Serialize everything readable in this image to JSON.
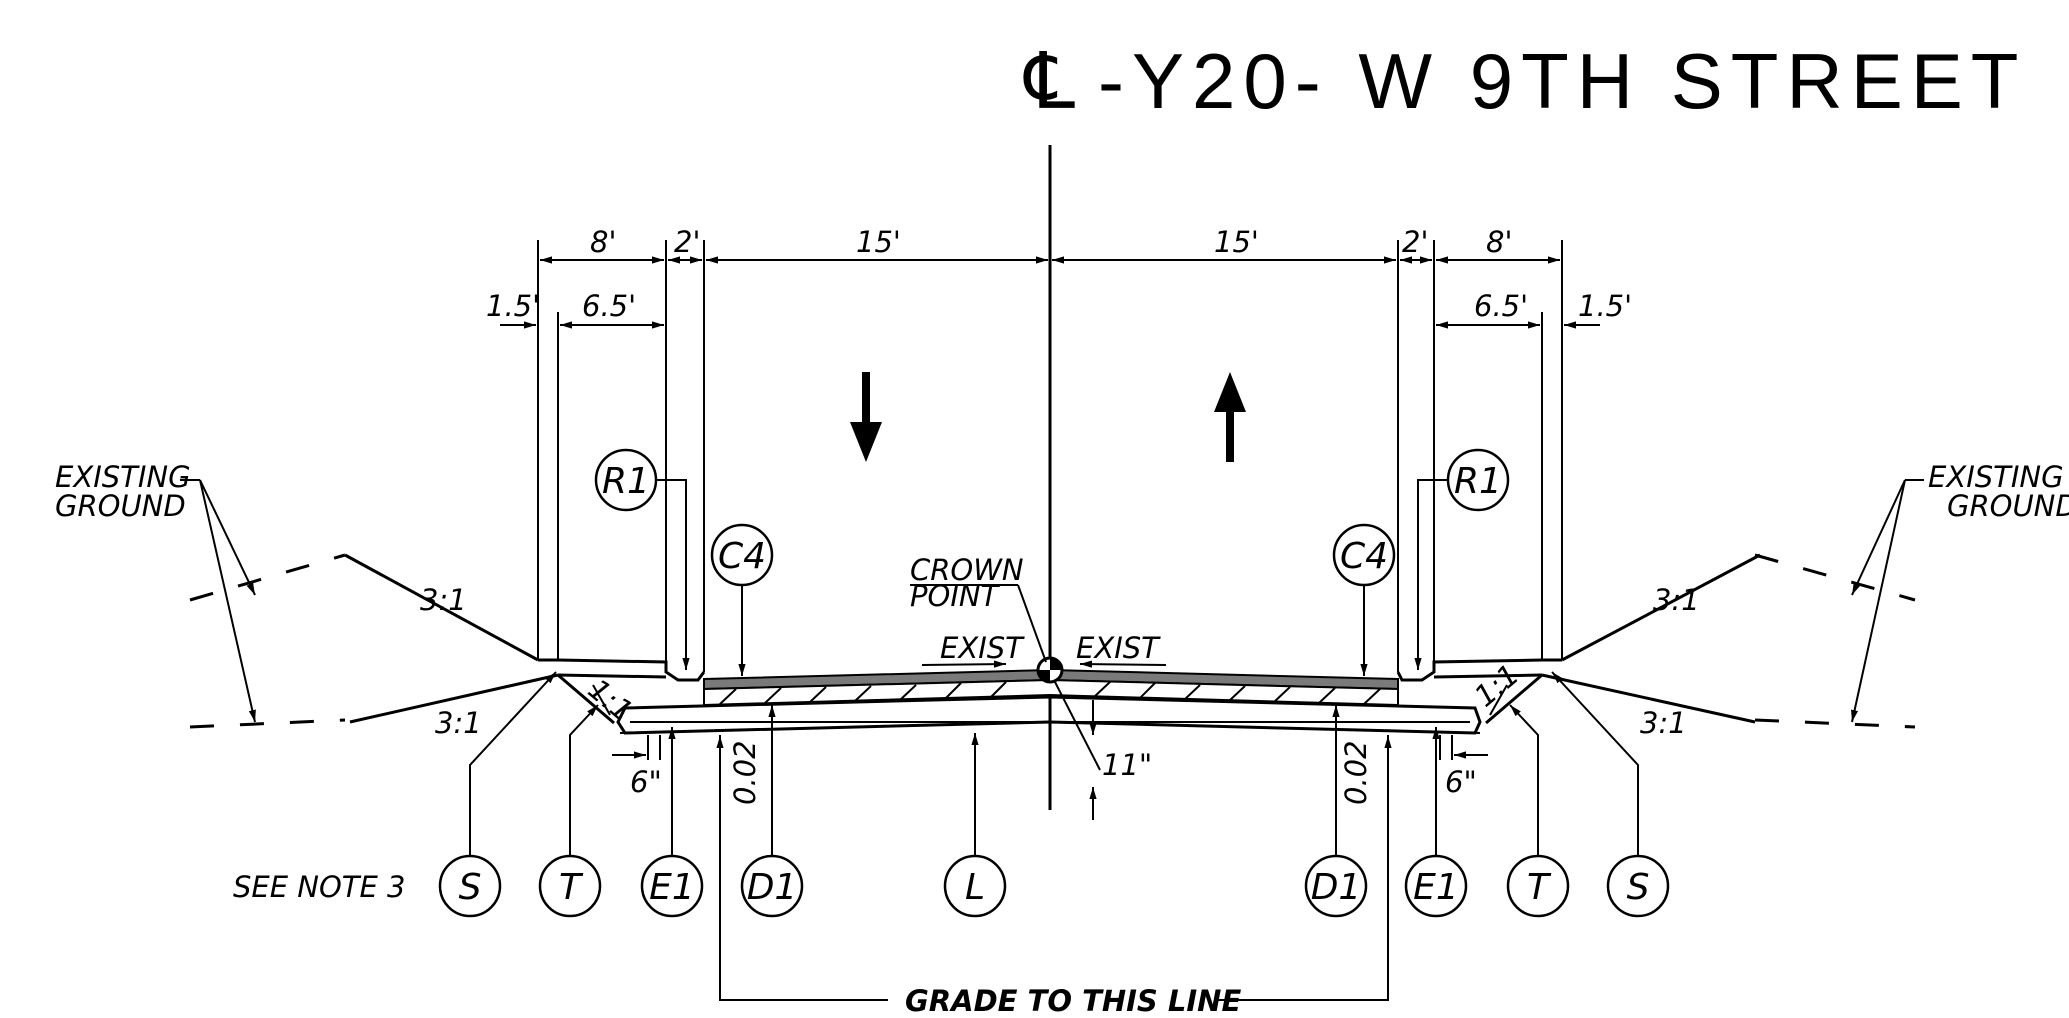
{
  "title": {
    "centerline_symbol": "℄",
    "text": "-Y20- W 9TH STREET"
  },
  "dimensions": {
    "left": {
      "outer": "8'",
      "gutter": "2'",
      "lane": "15'",
      "offset": "1.5'",
      "inner": "6.5'"
    },
    "right": {
      "outer": "8'",
      "gutter": "2'",
      "lane": "15'",
      "offset": "1.5'",
      "inner": "6.5'"
    }
  },
  "labels": {
    "existing_ground": [
      "EXISTING",
      "GROUND"
    ],
    "crown_point": [
      "CROWN",
      "POINT"
    ],
    "exist": "EXIST",
    "slope_3_1": "3:1",
    "slope_1_1": "1:1",
    "thickness_6": "6\"",
    "thickness_11": "11\"",
    "cross_slope": "0.02",
    "see_note": "SEE NOTE 3",
    "grade_line": "GRADE TO THIS LINE"
  },
  "callouts": {
    "r1": "R1",
    "c4": "C4",
    "s": "S",
    "t": "T",
    "e1": "E1",
    "d1": "D1",
    "l": "L"
  }
}
